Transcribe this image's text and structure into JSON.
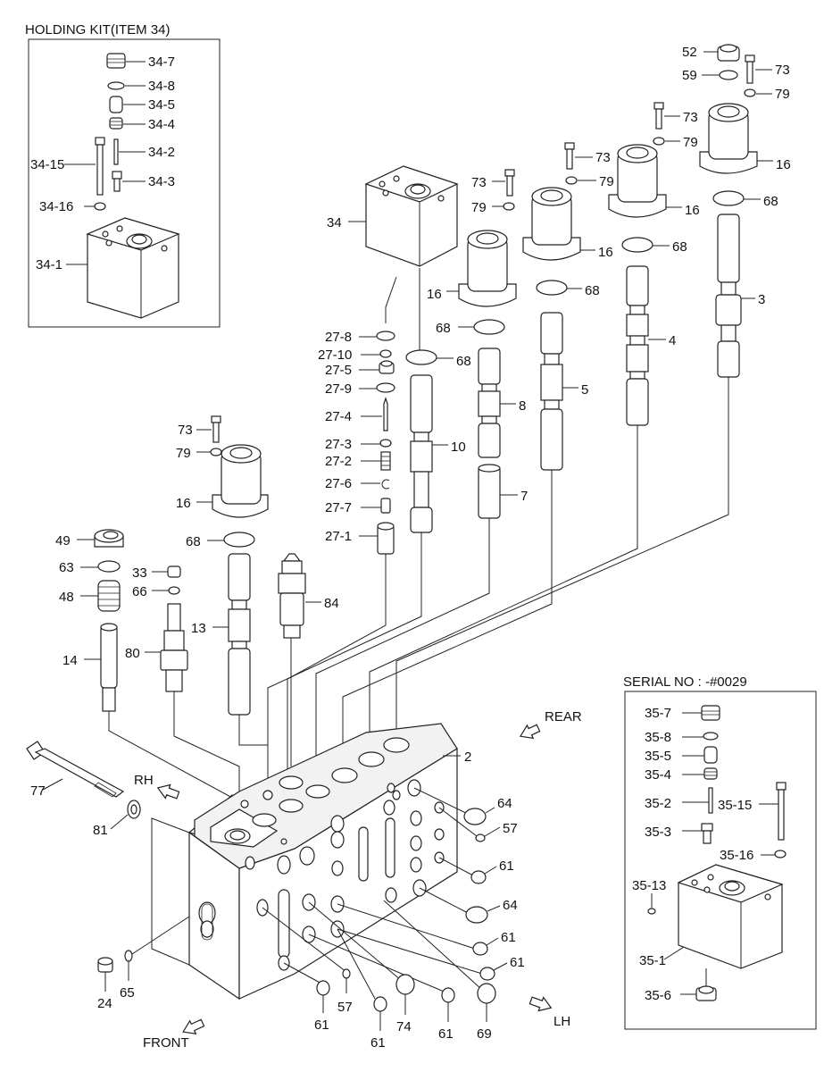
{
  "titles": {
    "holding_kit": "HOLDING KIT(ITEM 34)",
    "serial_no": "SERIAL NO : -#0029"
  },
  "directions": {
    "rear": "REAR",
    "rh": "RH",
    "lh": "LH",
    "front": "FRONT"
  },
  "kit34": {
    "l_34_7": "34-7",
    "l_34_8": "34-8",
    "l_34_5": "34-5",
    "l_34_4": "34-4",
    "l_34_2": "34-2",
    "l_34_15": "34-15",
    "l_34_3": "34-3",
    "l_34_16": "34-16",
    "l_34_1": "34-1"
  },
  "kit35": {
    "l_35_7": "35-7",
    "l_35_8": "35-8",
    "l_35_5": "35-5",
    "l_35_4": "35-4",
    "l_35_2": "35-2",
    "l_35_15": "35-15",
    "l_35_3": "35-3",
    "l_35_16": "35-16",
    "l_35_13": "35-13",
    "l_35_1": "35-1",
    "l_35_6": "35-6"
  },
  "top_right": {
    "l_52": "52",
    "l_73_a": "73",
    "l_59": "59",
    "l_79_a": "79",
    "l_16_a": "16",
    "l_68_a": "68",
    "l_3": "3",
    "l_73_b": "73",
    "l_79_b": "79",
    "l_16_b": "16",
    "l_68_b": "68",
    "l_4": "4",
    "l_73_c": "73",
    "l_79_c": "79",
    "l_16_c": "16",
    "l_68_c": "68",
    "l_5": "5",
    "l_73_d": "73",
    "l_79_d": "79",
    "l_16_d": "16",
    "l_68_d": "68",
    "l_8": "8",
    "l_7": "7",
    "l_34": "34",
    "l_68_e": "68",
    "l_10": "10"
  },
  "kit27": {
    "l_27_8": "27-8",
    "l_27_10": "27-10",
    "l_27_5": "27-5",
    "l_27_9": "27-9",
    "l_27_4": "27-4",
    "l_27_3": "27-3",
    "l_27_2": "27-2",
    "l_27_6": "27-6",
    "l_27_7": "27-7",
    "l_27_1": "27-1"
  },
  "left_parts": {
    "l_73": "73",
    "l_79": "79",
    "l_16": "16",
    "l_68": "68",
    "l_13": "13",
    "l_84": "84",
    "l_49": "49",
    "l_63": "63",
    "l_48": "48",
    "l_14": "14",
    "l_33": "33",
    "l_66": "66",
    "l_80": "80"
  },
  "body_parts": {
    "l_2": "2",
    "l_77": "77",
    "l_81": "81",
    "l_24": "24",
    "l_65": "65",
    "l_64_a": "64",
    "l_57_a": "57",
    "l_61_a": "61",
    "l_64_b": "64",
    "l_61_b": "61",
    "l_61_c": "61",
    "l_61_d": "61",
    "l_57_b": "57",
    "l_61_e": "61",
    "l_74": "74",
    "l_61_f": "61",
    "l_69": "69"
  }
}
